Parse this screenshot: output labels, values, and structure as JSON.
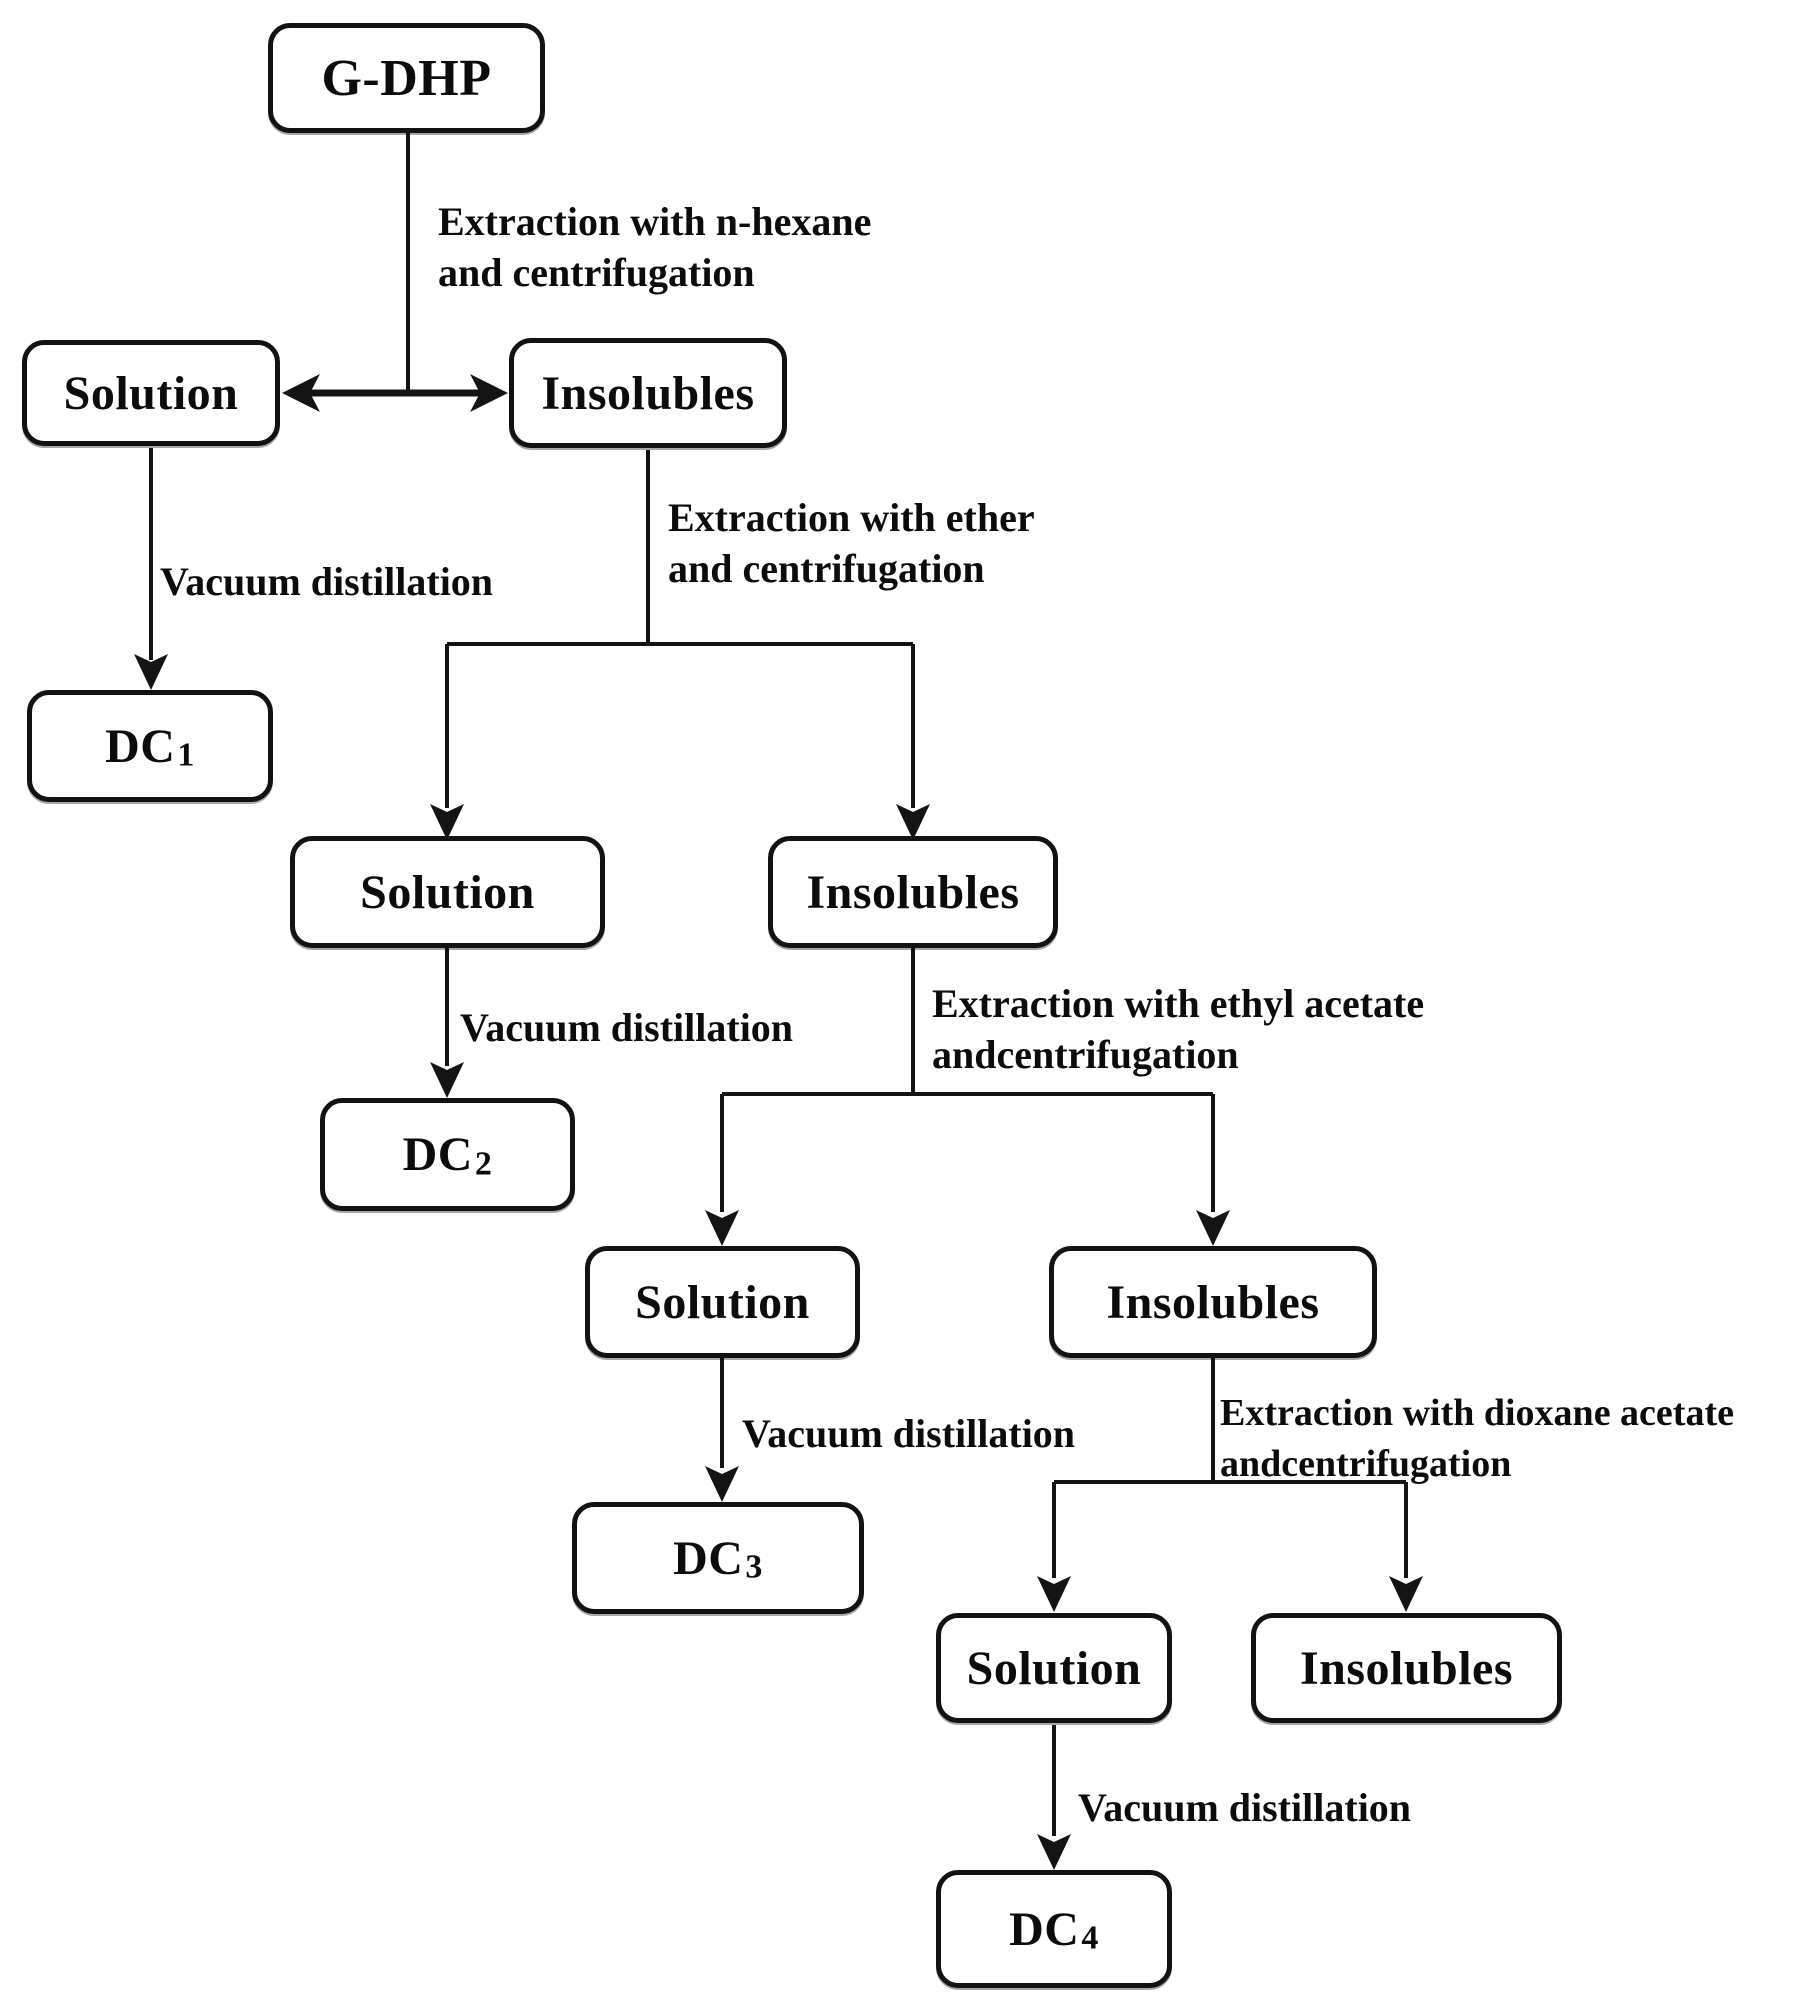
{
  "diagram": {
    "type": "flowchart",
    "background_color": "#ffffff",
    "line_color": "#141414",
    "text_color": "#0c0c0c",
    "nodes": {
      "g_dhp": {
        "label": "G-DHP"
      },
      "solution_1": {
        "label": "Solution"
      },
      "insolubles_1": {
        "label": "Insolubles"
      },
      "dc1": {
        "label": "DC",
        "sub": "1"
      },
      "solution_2": {
        "label": "Solution"
      },
      "insolubles_2": {
        "label": "Insolubles"
      },
      "dc2": {
        "label": "DC",
        "sub": "2"
      },
      "solution_3": {
        "label": "Solution"
      },
      "insolubles_3": {
        "label": "Insolubles"
      },
      "dc3": {
        "label": "DC",
        "sub": "3"
      },
      "solution_4": {
        "label": "Solution"
      },
      "insolubles_4": {
        "label": "Insolubles"
      },
      "dc4": {
        "label": "DC",
        "sub": "4"
      }
    },
    "edge_labels": {
      "hexane": {
        "line1": "Extraction with n-hexane",
        "line2": "and centrifugation"
      },
      "vacuum_1": {
        "line1": "Vacuum distillation"
      },
      "ether": {
        "line1": "Extraction with ether",
        "line2": "and centrifugation"
      },
      "vacuum_2": {
        "line1": "Vacuum distillation"
      },
      "ethyl_acetate": {
        "line1": "Extraction with ethyl acetate",
        "line2": "andcentrifugation"
      },
      "vacuum_3": {
        "line1": "Vacuum distillation"
      },
      "dioxane": {
        "line1": "Extraction with dioxane acetate",
        "line2": "andcentrifugation"
      },
      "vacuum_4": {
        "line1": "Vacuum distillation"
      }
    }
  }
}
